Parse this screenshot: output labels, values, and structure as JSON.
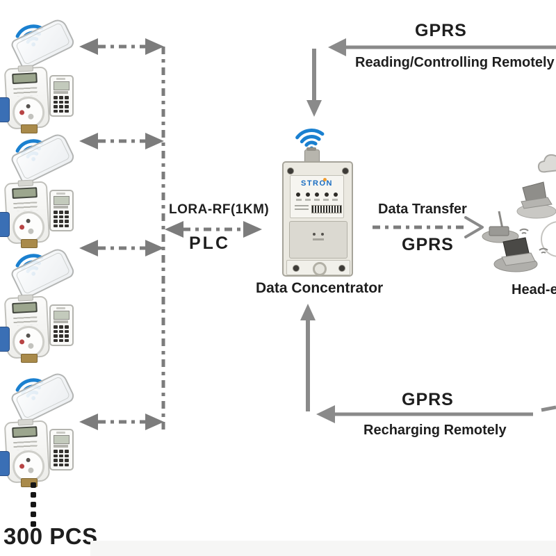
{
  "labels": {
    "gprs_top": "GPRS",
    "reading_controlling": "Reading/Controlling Remotely",
    "lora_rf": "LORA-RF(1KM)",
    "plc": "PLC",
    "data_transfer": "Data Transfer",
    "gprs_mid": "GPRS",
    "data_concentrator": "Data Concentrator",
    "head_end": "Head-end",
    "gprs_bottom": "GPRS",
    "recharging": "Recharging Remotely",
    "meter_count": "300 PCS"
  },
  "devices": {
    "concentrator_brand": "STRON",
    "meter_units_shown": 4
  },
  "colors": {
    "wifi_blue": "#1a80d0",
    "arrow_gray": "#8a8a8a",
    "dash_gray": "#7c7c7c",
    "label_text": "#1e1e1e",
    "stron_blue": "#1b6ec2",
    "stron_orange": "#f09c2e"
  }
}
